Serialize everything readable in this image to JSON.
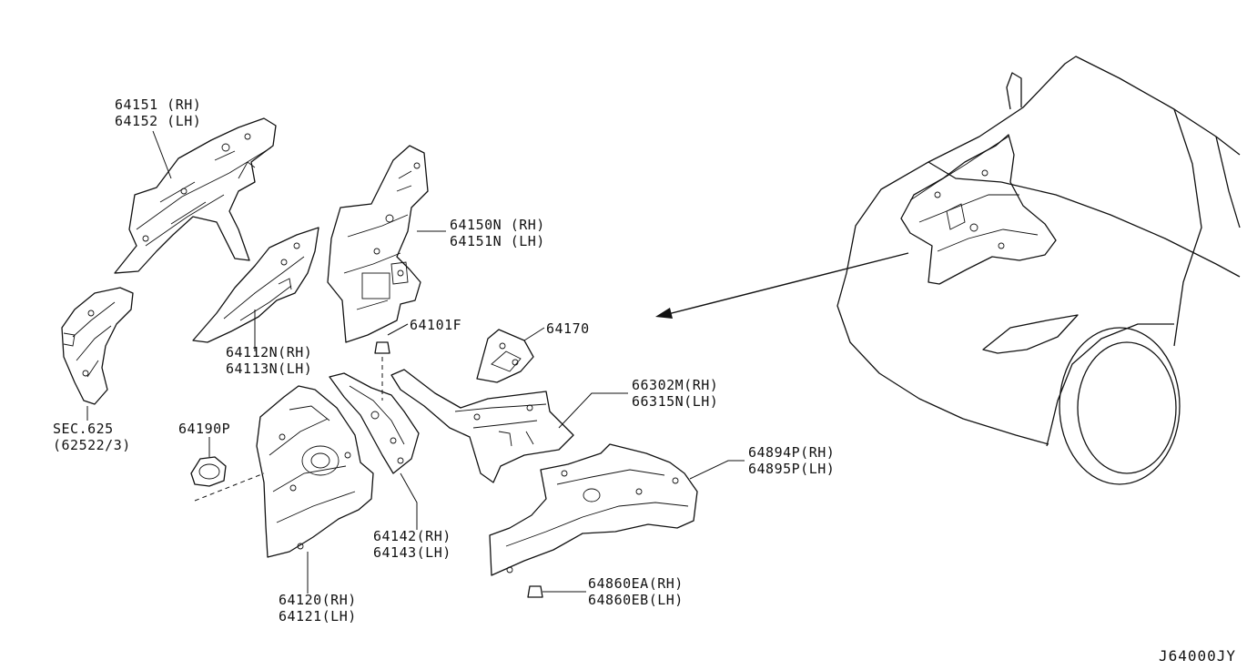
{
  "diagram_code": "J64000JY",
  "parts": [
    {
      "id": "p64151",
      "line1": "64151 (RH)",
      "line2": "64152 (LH)"
    },
    {
      "id": "pSEC",
      "line1": "SEC.625",
      "line2": "(62522/3)"
    },
    {
      "id": "p64112",
      "line1": "64112N(RH)",
      "line2": "64113N(LH)"
    },
    {
      "id": "p64150",
      "line1": "64150N (RH)",
      "line2": "64151N (LH)"
    },
    {
      "id": "p64101",
      "line1": "64101F",
      "line2": ""
    },
    {
      "id": "p64170",
      "line1": "64170",
      "line2": ""
    },
    {
      "id": "p66302",
      "line1": "66302M(RH)",
      "line2": "66315N(LH)"
    },
    {
      "id": "p64190",
      "line1": "64190P",
      "line2": ""
    },
    {
      "id": "p64894",
      "line1": "64894P(RH)",
      "line2": "64895P(LH)"
    },
    {
      "id": "p64142",
      "line1": "64142(RH)",
      "line2": "64143(LH)"
    },
    {
      "id": "p64860",
      "line1": "64860EA(RH)",
      "line2": "64860EB(LH)"
    },
    {
      "id": "p64120",
      "line1": "64120(RH)",
      "line2": "64121(LH)"
    }
  ]
}
